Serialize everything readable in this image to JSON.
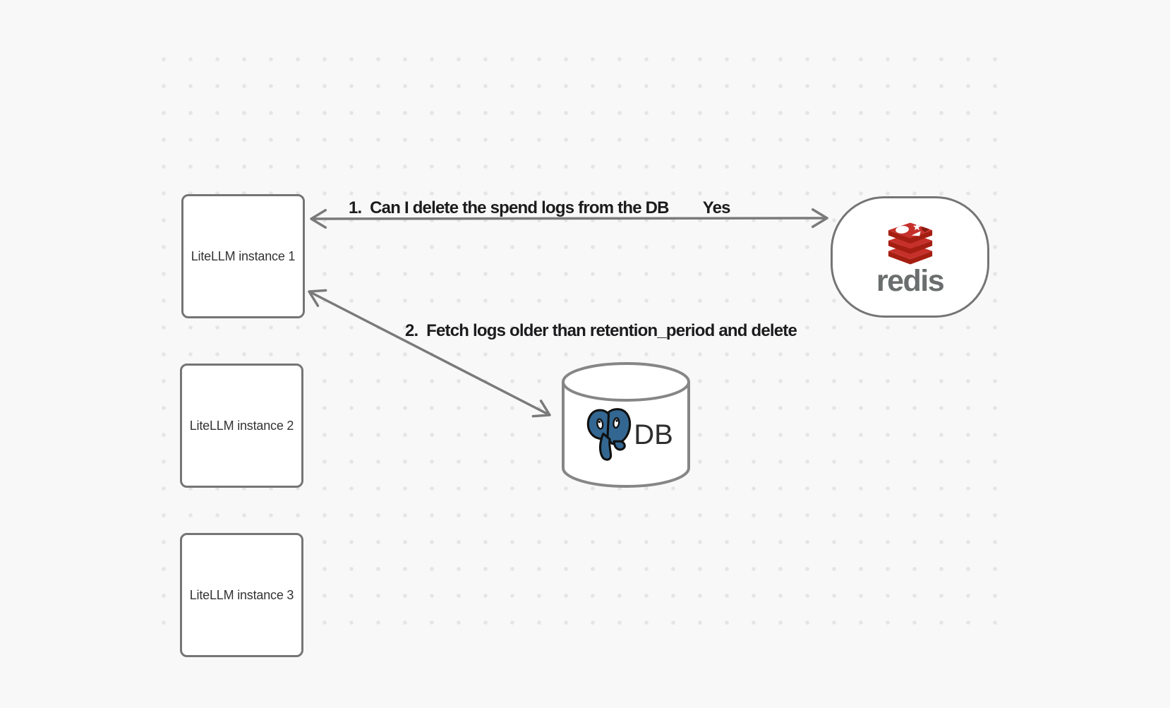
{
  "diagram": {
    "nodes": {
      "instances": [
        {
          "label": "LiteLLM instance 1"
        },
        {
          "label": "LiteLLM instance 2"
        },
        {
          "label": "LiteLLM instance 3"
        }
      ],
      "redis": {
        "label": "redis",
        "icon": "redis-logo-icon"
      },
      "db": {
        "label": "DB",
        "icon": "postgresql-elephant-icon",
        "shape": "database-cylinder"
      }
    },
    "edges": [
      {
        "from": "litellm-instance-1",
        "to": "redis",
        "direction": "bidirectional",
        "label": "1.  Can I delete the spend logs from the DB",
        "response": "Yes"
      },
      {
        "from": "litellm-instance-1",
        "to": "db",
        "direction": "bidirectional",
        "label": "2.  Fetch logs older than retention_period and delete"
      }
    ]
  },
  "colors": {
    "canvas-bg": "#f8f8f8",
    "dot": "#e5e5e5",
    "node-border": "#757575",
    "arrow": "#7a7a7a",
    "edge-text": "#1c1c1e",
    "redis-red": "#c6302b",
    "redis-dark-red": "#a41e11",
    "redis-word-gray": "#6b6e6e",
    "postgres-blue": "#336791",
    "cylinder-stroke": "#868686"
  }
}
